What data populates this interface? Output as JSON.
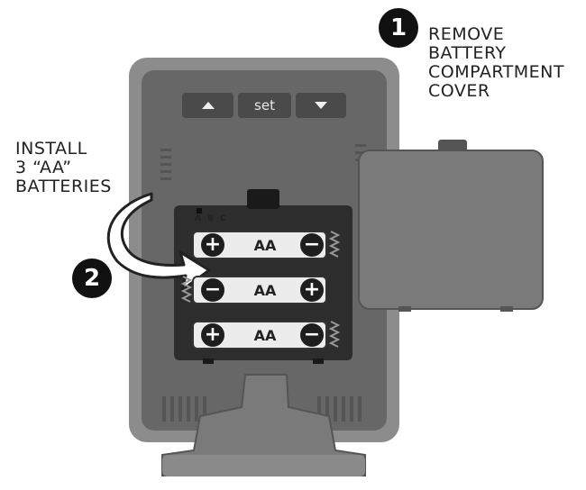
{
  "step1": {
    "number": "1",
    "lines": [
      "REMOVE",
      "BATTERY",
      "COMPARTMENT",
      "COVER"
    ]
  },
  "step2": {
    "number": "2",
    "lines": [
      "INSTALL",
      "3 “AA”",
      "BATTERIES"
    ]
  },
  "device_buttons": {
    "up_icon": "triangle-up",
    "set_label": "set",
    "down_icon": "triangle-down"
  },
  "switch_label": "A B C",
  "batteries": [
    {
      "label": "AA",
      "left_terminal": "+",
      "right_terminal": "−"
    },
    {
      "label": "AA",
      "left_terminal": "−",
      "right_terminal": "+"
    },
    {
      "label": "AA",
      "left_terminal": "+",
      "right_terminal": "−"
    }
  ],
  "colors": {
    "device_body": "#6b6b6b",
    "device_frame": "#8a8a8a",
    "compartment": "#2e2e2e",
    "cover": "#777777",
    "badge": "#111111"
  }
}
